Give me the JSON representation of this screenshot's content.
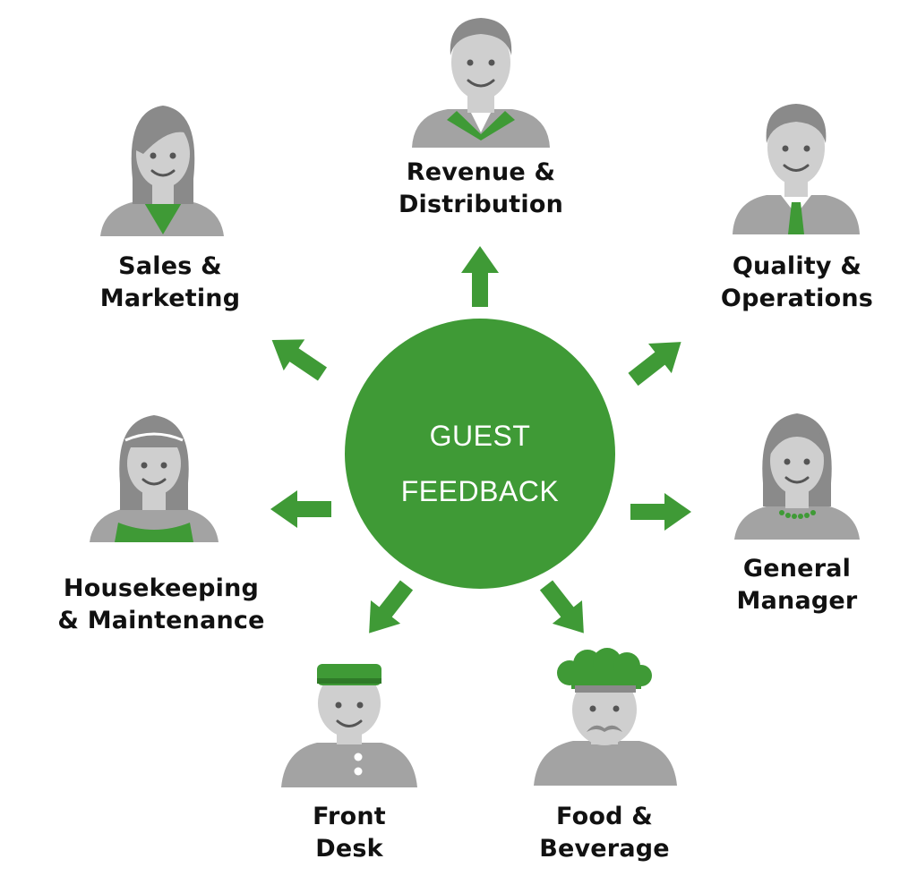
{
  "colors": {
    "green": "#3f9a36",
    "gray": "#a3a3a3",
    "gray_dark": "#8a8a8a",
    "skin": "#cfcfcf",
    "label": "#111111"
  },
  "hub": {
    "line1": "GUEST",
    "line2": "FEEDBACK"
  },
  "roles": [
    {
      "id": "revenue",
      "line1": "Revenue &",
      "line2": "Distribution",
      "icon": "revenue-manager-avatar-icon"
    },
    {
      "id": "quality",
      "line1": "Quality &",
      "line2": "Operations",
      "icon": "quality-manager-avatar-icon"
    },
    {
      "id": "gm",
      "line1": "General",
      "line2": "Manager",
      "icon": "general-manager-avatar-icon"
    },
    {
      "id": "food",
      "line1": "Food &",
      "line2": "Beverage",
      "icon": "chef-avatar-icon"
    },
    {
      "id": "frontdesk",
      "line1": "Front",
      "line2": "Desk",
      "icon": "bellhop-avatar-icon"
    },
    {
      "id": "housekeeping",
      "line1": "Housekeeping",
      "line2": "& Maintenance",
      "icon": "housekeeper-avatar-icon"
    },
    {
      "id": "sales",
      "line1": "Sales &",
      "line2": "Marketing",
      "icon": "sales-manager-avatar-icon"
    }
  ]
}
